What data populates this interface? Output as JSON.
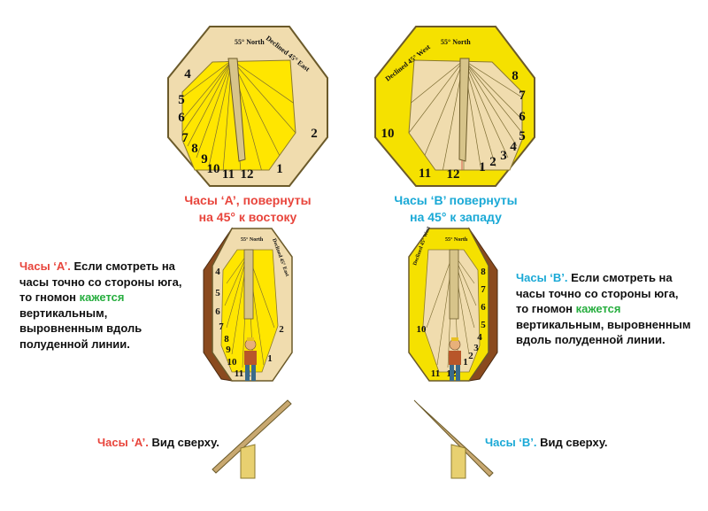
{
  "clockA": {
    "latitude": "55° North",
    "declination": "Declined 45° East",
    "hours": [
      "4",
      "5",
      "6",
      "7",
      "8",
      "9",
      "10",
      "11",
      "12",
      "1",
      "2"
    ],
    "title_label": "Часы ‘A’",
    "title_rest": ", повернуты",
    "title_line2": "на 45° к востоку",
    "desc_label": "Часы ‘A’.",
    "desc_1": " Если смотреть на часы точно со стороны юга, то гномон ",
    "desc_green": "кажется",
    "desc_2": " вертикальным, выровненным вдоль полуденной линии.",
    "top_label": "Часы ‘A’.",
    "top_rest": " Вид сверху."
  },
  "clockB": {
    "latitude": "55° North",
    "declination": "Declined 45° West",
    "hours": [
      "10",
      "11",
      "12",
      "1",
      "2",
      "3",
      "4",
      "5",
      "6",
      "7",
      "8"
    ],
    "title_label": "Часы ‘B’",
    "title_rest": " повернуты",
    "title_line2": "на 45° к западу",
    "desc_label": "Часы ‘B’.",
    "desc_1": " Если смотреть на часы точно со стороны юга, то гномон ",
    "desc_green": "кажется",
    "desc_2": " вертикальным, выровненным вдоль полуденной линии.",
    "top_label": "Часы ‘B’.",
    "top_rest": " Вид сверху."
  },
  "colors": {
    "face_beige": "#f0dcae",
    "face_yellow": "#f5e100",
    "yellow": "#ffe600",
    "outline": "#6b5a2a",
    "label_red": "#e8453c",
    "label_cyan": "#1aa9d6",
    "label_green": "#27ae3f"
  }
}
